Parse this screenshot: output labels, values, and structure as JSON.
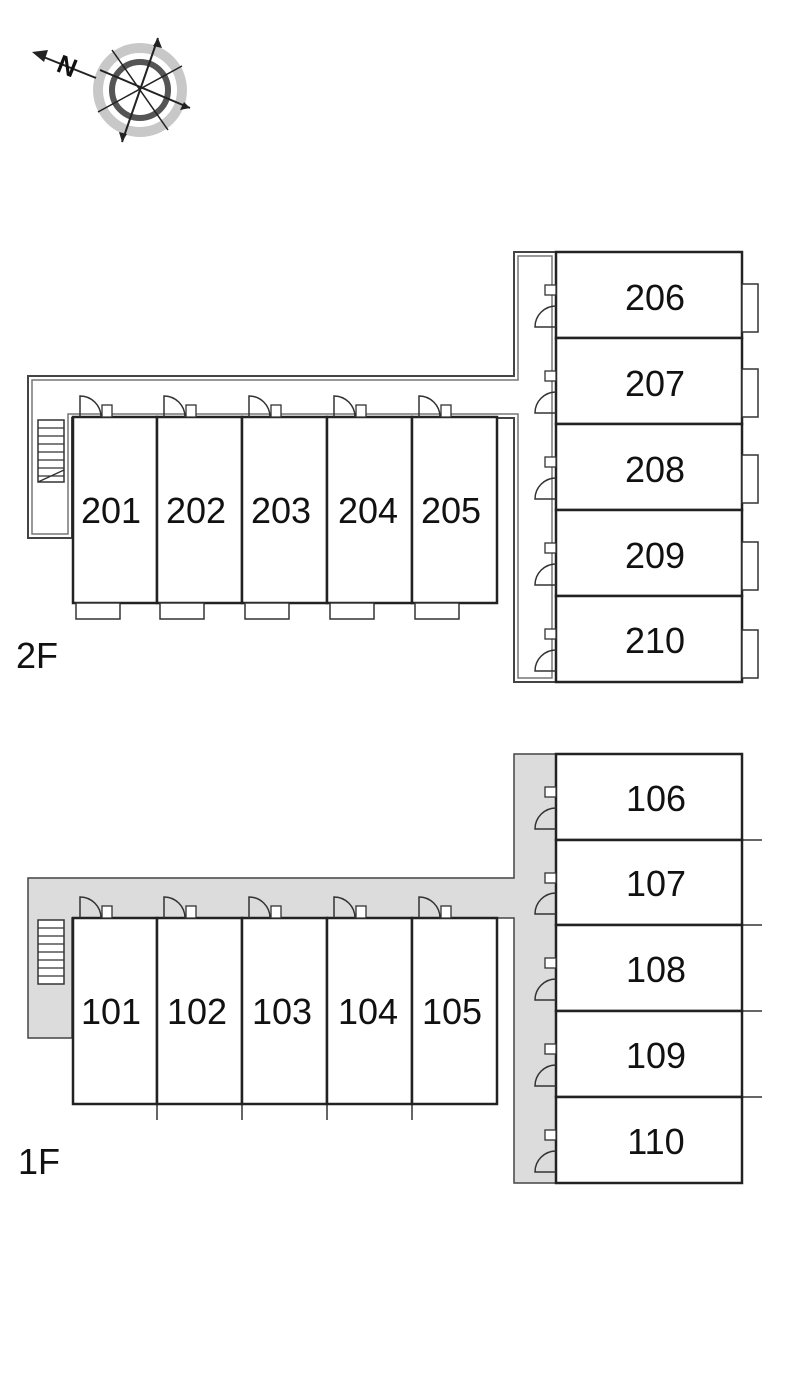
{
  "compass": {
    "north_label": "N",
    "icon": "compass-rose-icon"
  },
  "floors": [
    {
      "id": "2f",
      "label": "2F",
      "units_row": [
        "201",
        "202",
        "203",
        "204",
        "205"
      ],
      "units_column": [
        "206",
        "207",
        "208",
        "209",
        "210"
      ]
    },
    {
      "id": "1f",
      "label": "1F",
      "units_row": [
        "101",
        "102",
        "103",
        "104",
        "105"
      ],
      "units_column": [
        "106",
        "107",
        "108",
        "109",
        "110"
      ]
    }
  ],
  "colors": {
    "corridor": "#dcdcdc",
    "wall": "#222222",
    "background": "#ffffff"
  }
}
